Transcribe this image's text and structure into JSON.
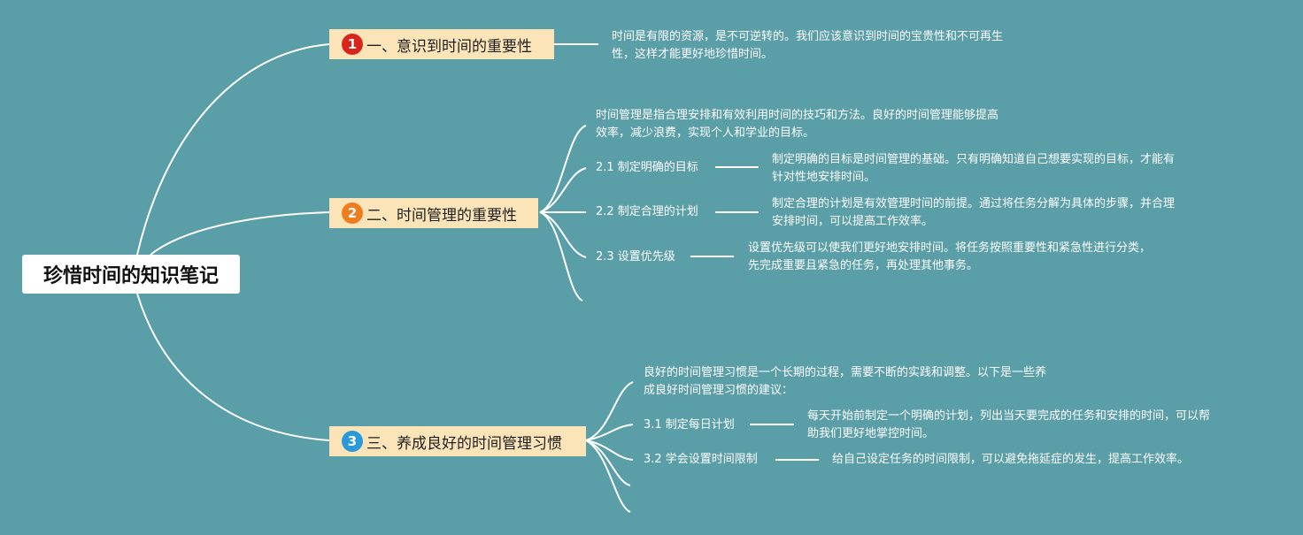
{
  "root": {
    "title": "珍惜时间的知识笔记"
  },
  "colors": {
    "background": "#5a9ea7",
    "topic_fill": "#fbe4b8",
    "badge_1": "#d9261c",
    "badge_2": "#ee7d1f",
    "badge_3": "#2a9ad8",
    "line": "#ffffff"
  },
  "topics": [
    {
      "badge": "1",
      "label": "一、意识到时间的重要性",
      "note": [
        "时间是有限的资源，是不可逆转的。我们应该意识到时间的宝贵性和不可再生",
        "性，这样才能更好地珍惜时间。"
      ]
    },
    {
      "badge": "2",
      "label": "二、时间管理的重要性",
      "intro": [
        "时间管理是指合理安排和有效利用时间的技巧和方法。良好的时间管理能够提高",
        "效率，减少浪费，实现个人和学业的目标。"
      ],
      "items": [
        {
          "label": "2.1 制定明确的目标",
          "note": [
            "制定明确的目标是时间管理的基础。只有明确知道自己想要实现的目标，才能有",
            "针对性地安排时间。"
          ]
        },
        {
          "label": "2.2 制定合理的计划",
          "note": [
            "制定合理的计划是有效管理时间的前提。通过将任务分解为具体的步骤，并合理",
            "安排时间，可以提高工作效率。"
          ]
        },
        {
          "label": "2.3 设置优先级",
          "note": [
            "设置优先级可以使我们更好地安排时间。将任务按照重要性和紧急性进行分类，",
            "先完成重要且紧急的任务，再处理其他事务。"
          ]
        }
      ]
    },
    {
      "badge": "3",
      "label": "三、养成良好的时间管理习惯",
      "intro": [
        "良好的时间管理习惯是一个长期的过程，需要不断的实践和调整。以下是一些养",
        "成良好时间管理习惯的建议："
      ],
      "items": [
        {
          "label": "3.1 制定每日计划",
          "note": [
            "每天开始前制定一个明确的计划，列出当天要完成的任务和安排的时间，可以帮",
            "助我们更好地掌控时间。"
          ]
        },
        {
          "label": "3.2 学会设置时间限制",
          "note": [
            "给自己设定任务的时间限制，可以避免拖延症的发生，提高工作效率。"
          ]
        }
      ]
    }
  ]
}
